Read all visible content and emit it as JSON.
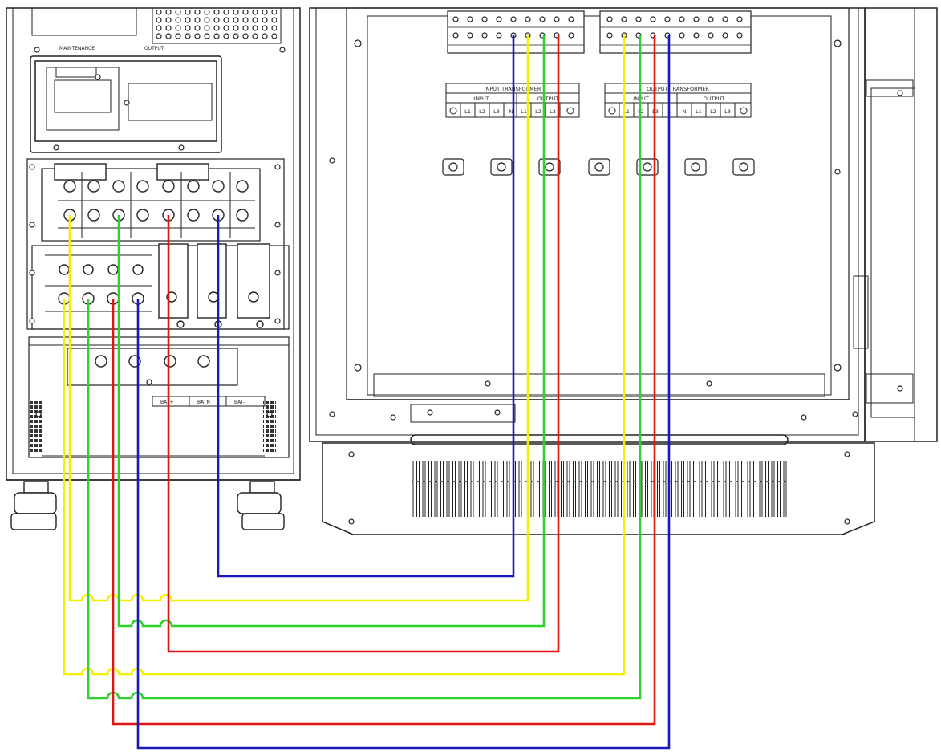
{
  "colors": {
    "yellow": "#f4f000",
    "green": "#2fd12f",
    "red": "#e11414",
    "blue": "#1a1ab8",
    "line": "#222222",
    "panel": "#ffffff"
  },
  "labels": {
    "input_transformer_title": "INPUT TRANSFORMER",
    "output_transformer_title": "OUTPUT TRANSFORMER",
    "input": "INPUT",
    "output": "OUTPUT",
    "in_l1": "L1",
    "in_l2": "L2",
    "in_l3": "L3",
    "in_n": "N",
    "out_l1": "L1",
    "out_l2": "L2",
    "out_l3": "L3",
    "out_n": "N",
    "bat_pos": "BAT+",
    "bat_n": "BATN",
    "bat_neg": "BAT-",
    "maintenance": "MAINTENANCE",
    "output_small": "OUTPUT"
  },
  "icons": [
    "ground-icon",
    "screw-icon",
    "terminal-icon",
    "vent-slot-icon",
    "caster-wheel-icon"
  ]
}
